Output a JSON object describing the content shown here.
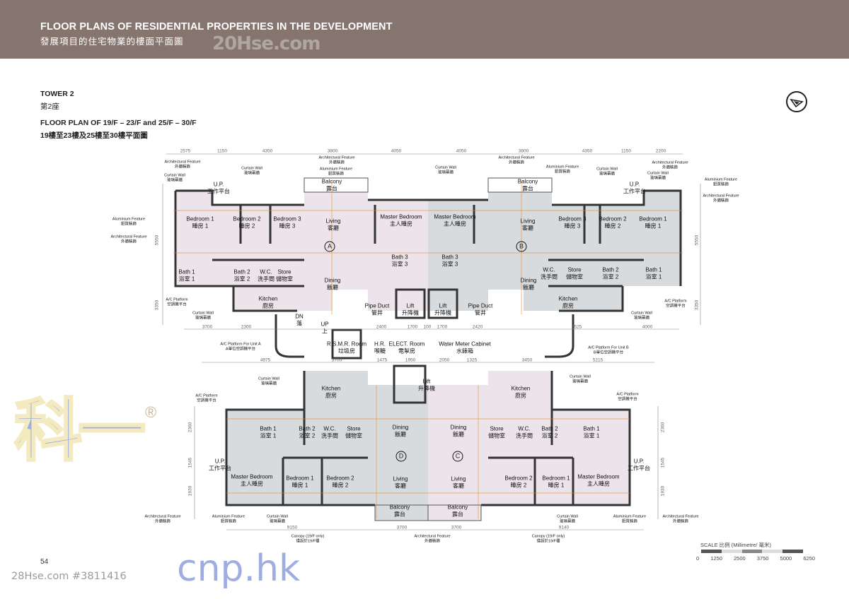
{
  "header": {
    "title_en": "FLOOR PLANS OF RESIDENTIAL PROPERTIES IN THE DEVELOPMENT",
    "title_zh": "發展項目的住宅物業的樓面平面圖",
    "watermark": "20Hse.com",
    "background_color": "#86756e"
  },
  "tower": {
    "en": "TOWER 2",
    "zh": "第2座"
  },
  "floor_plan": {
    "en": "FLOOR PLAN OF 19/F – 23/F and 25/F – 30/F",
    "zh": "19樓至23樓及25樓至30樓平面圖"
  },
  "compass_icon": "north-arrow-icon",
  "units": {
    "A": {
      "label": "A",
      "fill": "#ece4ea",
      "rooms": [
        {
          "en": "Bedroom 1",
          "zh": "睡房 1"
        },
        {
          "en": "Bedroom 2",
          "zh": "睡房 2"
        },
        {
          "en": "Bedroom 3",
          "zh": "睡房 3"
        },
        {
          "en": "Living",
          "zh": "客廳"
        },
        {
          "en": "Master Bedroom",
          "zh": "主人睡房"
        },
        {
          "en": "Bath 1",
          "zh": "浴室 1"
        },
        {
          "en": "Bath 2",
          "zh": "浴室 2"
        },
        {
          "en": "W.C.",
          "zh": "洗手間"
        },
        {
          "en": "Store",
          "zh": "儲物室"
        },
        {
          "en": "Dining",
          "zh": "飯廳"
        },
        {
          "en": "Kitchen",
          "zh": "廚房"
        },
        {
          "en": "Bath 3",
          "zh": "浴室 3"
        },
        {
          "en": "Balcony",
          "zh": "露台"
        },
        {
          "en": "U.P.",
          "zh": "工作平台"
        },
        {
          "en": "Pipe Duct",
          "zh": "管井"
        },
        {
          "en": "Lift",
          "zh": "升降機"
        }
      ]
    },
    "B": {
      "label": "B",
      "fill": "#d7dbdd",
      "rooms": [
        {
          "en": "Master Bedroom",
          "zh": "主人睡房"
        },
        {
          "en": "Living",
          "zh": "客廳"
        },
        {
          "en": "Bedroom 3",
          "zh": "睡房 3"
        },
        {
          "en": "Bedroom 2",
          "zh": "睡房 2"
        },
        {
          "en": "Bedroom 1",
          "zh": "睡房 1"
        },
        {
          "en": "Bath 3",
          "zh": "浴室 3"
        },
        {
          "en": "W.C.",
          "zh": "洗手間"
        },
        {
          "en": "Store",
          "zh": "儲物室"
        },
        {
          "en": "Bath 2",
          "zh": "浴室 2"
        },
        {
          "en": "Bath 1",
          "zh": "浴室 1"
        },
        {
          "en": "Dining",
          "zh": "飯廳"
        },
        {
          "en": "Kitchen",
          "zh": "廚房"
        },
        {
          "en": "Pipe Duct",
          "zh": "管井"
        },
        {
          "en": "Lift",
          "zh": "升降機"
        },
        {
          "en": "Balcony",
          "zh": "露台"
        },
        {
          "en": "U.P.",
          "zh": "工作平台"
        }
      ]
    },
    "C": {
      "label": "C",
      "fill": "#ece4ea",
      "rooms": [
        {
          "en": "Kitchen",
          "zh": "廚房"
        },
        {
          "en": "Store",
          "zh": "儲物室"
        },
        {
          "en": "W.C.",
          "zh": "洗手間"
        },
        {
          "en": "Bath 2",
          "zh": "浴室 2"
        },
        {
          "en": "Bath 1",
          "zh": "浴室 1"
        },
        {
          "en": "Dining",
          "zh": "飯廳"
        },
        {
          "en": "Living",
          "zh": "客廳"
        },
        {
          "en": "Bedroom 2",
          "zh": "睡房 2"
        },
        {
          "en": "Bedroom 1",
          "zh": "睡房 1"
        },
        {
          "en": "Master Bedroom",
          "zh": "主人睡房"
        },
        {
          "en": "Balcony",
          "zh": "露台"
        },
        {
          "en": "U.P.",
          "zh": "工作平台"
        }
      ]
    },
    "D": {
      "label": "D",
      "fill": "#d7dbdd",
      "rooms": [
        {
          "en": "Kitchen",
          "zh": "廚房"
        },
        {
          "en": "Bath 1",
          "zh": "浴室 1"
        },
        {
          "en": "Bath 2",
          "zh": "浴室 2"
        },
        {
          "en": "W.C.",
          "zh": "洗手間"
        },
        {
          "en": "Store",
          "zh": "儲物室"
        },
        {
          "en": "Dining",
          "zh": "飯廳"
        },
        {
          "en": "Master Bedroom",
          "zh": "主人睡房"
        },
        {
          "en": "Bedroom 1",
          "zh": "睡房 1"
        },
        {
          "en": "Bedroom 2",
          "zh": "睡房 2"
        },
        {
          "en": "Living",
          "zh": "客廳"
        },
        {
          "en": "Balcony",
          "zh": "露台"
        },
        {
          "en": "U.P.",
          "zh": "工作平台"
        }
      ]
    }
  },
  "core": [
    {
      "en": "R.S.M.R. Room",
      "zh": "垃圾房"
    },
    {
      "en": "H.R.",
      "zh": "喉轆"
    },
    {
      "en": "ELECT. Room",
      "zh": "電掣房"
    },
    {
      "en": "Water Meter Cabinet",
      "zh": "水錶箱"
    },
    {
      "en": "Lift",
      "zh": "升降機"
    },
    {
      "en": "DN",
      "zh": "落"
    },
    {
      "en": "UP",
      "zh": "上"
    }
  ],
  "annotations": {
    "curtain_wall": {
      "en": "Curtain Wall",
      "zh": "玻璃幕牆"
    },
    "arch_feature": {
      "en": "Architectural Feature",
      "zh": "外牆裝飾"
    },
    "aluminium_feature": {
      "en": "Aluminium Feature",
      "zh": "鋁質裝飾"
    },
    "ac_platform": {
      "en": "A/C Platform",
      "zh": "空調機平台"
    },
    "ac_platform_a": {
      "en": "A/C Platform For Unit A",
      "zh": "A單位空調機平台"
    },
    "ac_platform_b": {
      "en": "A/C Platform For Unit B",
      "zh": "B單位空調機平台"
    },
    "canopy": {
      "en": "Canopy (19/F only)",
      "zh": "僅設於19/F樓"
    }
  },
  "dimensions": {
    "top": [
      "2575",
      "1150",
      "4350",
      "3800",
      "4050",
      "4050",
      "3800",
      "4350",
      "1150",
      "2200"
    ],
    "mid_upper": [
      "3700",
      "2300",
      "2400",
      "1700",
      "100",
      "1700",
      "2420",
      "2525",
      "4000"
    ],
    "mid_lower": [
      "4975",
      "3700",
      "1475",
      "1950",
      "2050",
      "1325",
      "3450",
      "5215"
    ],
    "bottom": [
      "9150",
      "3700",
      "3700",
      "9140"
    ],
    "left": [
      "5550",
      "3350",
      "2360",
      "1545",
      "1930"
    ],
    "right": [
      "5550",
      "3350",
      "2360",
      "1545",
      "1930"
    ]
  },
  "scale": {
    "title": "SCALE 比例 (Millimetre/ 毫米)",
    "ticks": [
      "0",
      "1250",
      "2500",
      "3750",
      "5000",
      "6250"
    ],
    "colors": [
      "#555555",
      "#dddddd",
      "#888888",
      "#dddddd",
      "#555555"
    ]
  },
  "logo": {
    "zh": "科一",
    "en": "cnp.hk",
    "reg": "®"
  },
  "footer": {
    "watermark": "28Hse.com #3811416",
    "page_number": "54"
  }
}
